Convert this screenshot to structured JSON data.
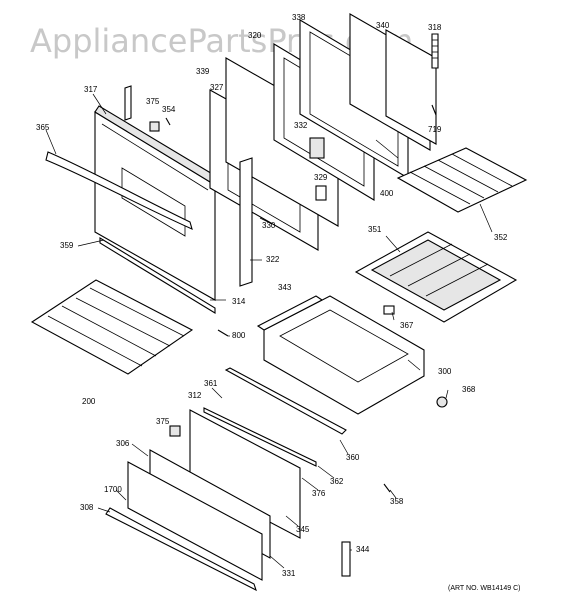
{
  "watermark": "AppliancePartsPros.com",
  "art_number": "(ART NO. WB14149 C)",
  "callouts": {
    "p200": "200",
    "p300": "300",
    "p306": "306",
    "p308": "308",
    "p312": "312",
    "p314": "314",
    "p317": "317",
    "p318": "318",
    "p320": "320",
    "p322": "322",
    "p327": "327",
    "p329": "329",
    "p330": "330",
    "p331": "331",
    "p332": "332",
    "p338": "338",
    "p339": "339",
    "p340": "340",
    "p343": "343",
    "p344": "344",
    "p345": "345",
    "p351": "351",
    "p352": "352",
    "p354": "354",
    "p358": "358",
    "p359": "359",
    "p360": "360",
    "p361": "361",
    "p362": "362",
    "p365": "365",
    "p367": "367",
    "p368": "368",
    "p375a": "375",
    "p375b": "375",
    "p376": "376",
    "p400": "400",
    "p719": "719",
    "p800": "800",
    "p1700": "1700"
  }
}
